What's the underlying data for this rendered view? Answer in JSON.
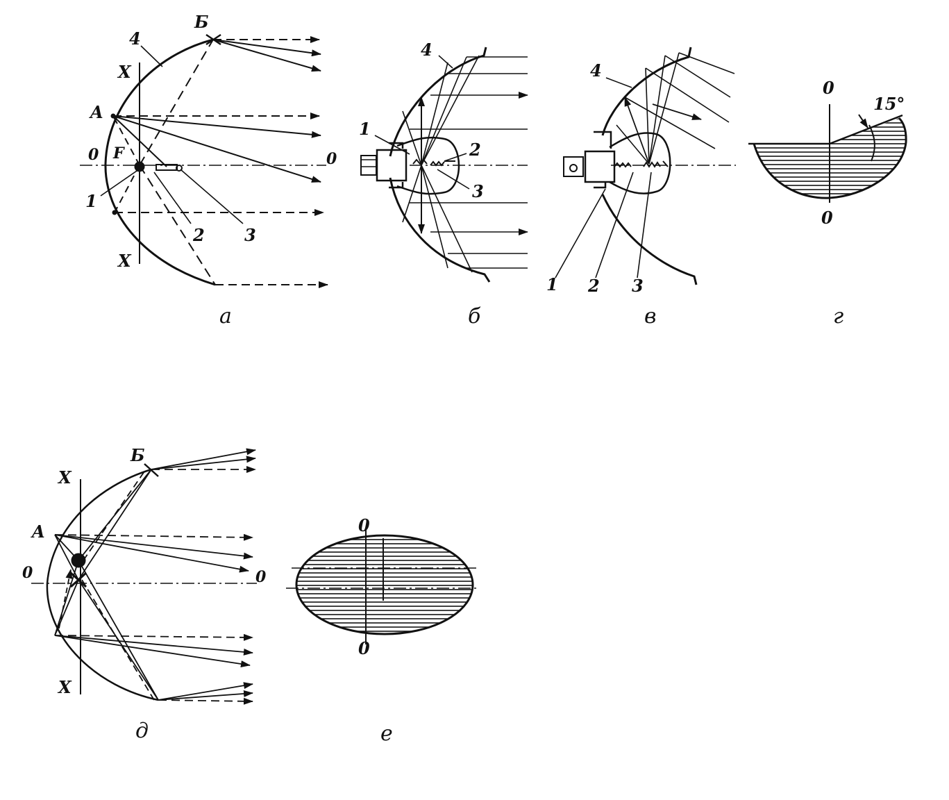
{
  "panels": {
    "a": {
      "caption": "а",
      "labels": {
        "b": "Б",
        "n4": "4",
        "x_top": "X",
        "a": "A",
        "zero_left": "0",
        "f": "F",
        "zero_right": "0",
        "n1": "1",
        "n2": "2",
        "n3": "3",
        "x_bottom": "X"
      }
    },
    "b": {
      "caption": "б",
      "labels": {
        "n4": "4",
        "n1": "1",
        "n2": "2",
        "n3": "3"
      }
    },
    "v": {
      "caption": "в",
      "labels": {
        "n4": "4",
        "n1": "1",
        "n2": "2",
        "n3": "3"
      }
    },
    "g": {
      "caption": "г",
      "labels": {
        "zero_top": "0",
        "angle": "15°",
        "zero_bottom": "0"
      }
    },
    "d": {
      "caption": "д",
      "labels": {
        "b": "Б",
        "x_top": "X",
        "a": "A",
        "zero_left": "0",
        "zero_right": "0",
        "x_bottom": "X"
      }
    },
    "e": {
      "caption": "е",
      "labels": {
        "zero_top": "0",
        "zero_bottom": "0"
      }
    }
  },
  "colors": {
    "ink": "#111111",
    "paper": "#ffffff"
  }
}
